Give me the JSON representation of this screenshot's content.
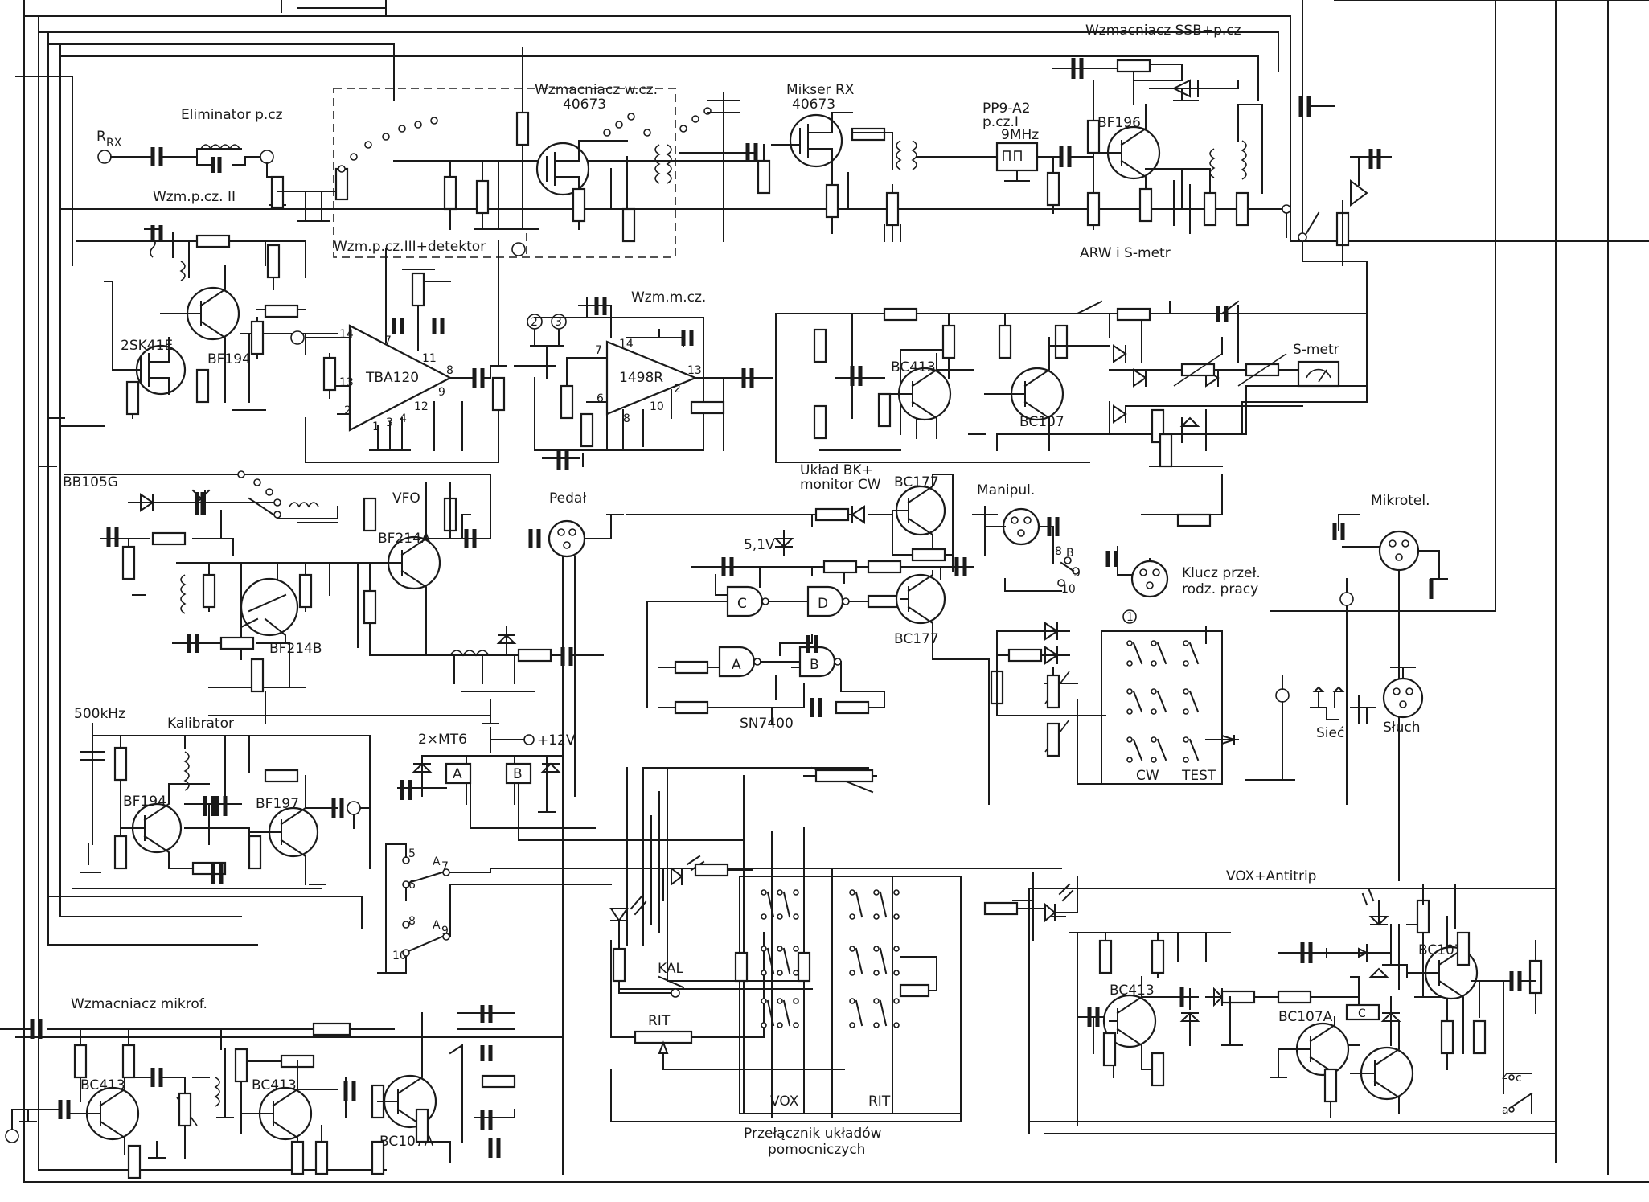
{
  "title": "Wzmacniacz SSB+p.cz",
  "blocks": {
    "rrx": "R",
    "rrx_sub": "RX",
    "eliminator": "Eliminator p.cz",
    "wzm_pcz2": "Wzm.p.cz. II",
    "wzm_wcz": "Wzmacniacz w.cz.",
    "wzm_wcz_part": "40673",
    "mikser": "Mikser RX",
    "mikser_part": "40673",
    "pp9": "PP9-A2",
    "pp9_sub": "p.cz.I",
    "pp9_freq": "9MHz",
    "wzm_pcz3": "Wzm.p.cz.III+detektor",
    "arw": "ARW i S-metr",
    "smetr": "S-metr",
    "wzm_mcz": "Wzm.m.cz.",
    "bb105g": "BB105G",
    "vfo": "VFO",
    "pedal": "Pedał",
    "uklad_bk_1": "Układ BK+",
    "uklad_bk_2": "monitor CW",
    "manipul": "Manipul.",
    "mikrotel": "Mikrotel.",
    "klucz_1": "Klucz przeł.",
    "klucz_2": "rodz. pracy",
    "khz500": "500kHz",
    "kalibrator": "Kalibrator",
    "mt6": "2×MT6",
    "v12": "+12V",
    "sn7400": "SN7400",
    "cw": "CW",
    "test": "TEST",
    "siec": "Sieć",
    "sluch": "Słuch",
    "vox_antitrip": "VOX+Antitrip",
    "kal": "KAL",
    "rit": "RIT",
    "rit2": "RIT",
    "vox": "VOX",
    "wzm_mikrof": "Wzmacniacz mikrof.",
    "przel_1": "Przełącznik układów",
    "przel_2": "pomocniczych",
    "v51": "5,1V"
  },
  "parts": {
    "t_bf196": "BF196",
    "t_2sk41e": "2SK41E",
    "t_bf194a": "BF194",
    "tba120": "TBA120",
    "ic1498r": "1498R",
    "t_bc413a": "BC413",
    "t_bc107a": "BC107",
    "t_bc177a": "BC177",
    "t_bc177b": "BC177",
    "t_bf214a": "BF214A",
    "t_bf214b": "BF214B",
    "t_bf194b": "BF194",
    "t_bf197": "BF197",
    "t_bc413b": "BC413",
    "t_bc107c": "BC107",
    "t_bc107a2": "BC107A",
    "t_bc413c": "BC413",
    "t_bc413d": "BC413",
    "t_bc107a3": "BC107A"
  },
  "pins": {
    "tba_14": "14",
    "tba_13": "13",
    "tba_2": "2",
    "tba_7": "7",
    "tba_11": "11",
    "tba_8": "8",
    "tba_9": "9",
    "tba_12": "12",
    "tba_1": "1",
    "tba_3": "3",
    "tba_4": "4",
    "ic_7": "7",
    "ic_14": "14",
    "ic_6": "6",
    "ic_8": "8",
    "ic_10": "10",
    "ic_13": "13",
    "ic_2": "2",
    "c2": "2",
    "c3": "3",
    "c1": "1",
    "ma_8": "8",
    "ma_b": "B",
    "ma_9": "9",
    "ma_10": "10",
    "sw_5": "5",
    "sw_a7": "A",
    "sw_a7s": "7",
    "sw_6": "6",
    "sw_8": "8",
    "sw_a9": "A",
    "sw_a9s": "9",
    "sw_10": "10",
    "gate_a": "A",
    "gate_b": "B",
    "gate_c": "C",
    "gate_d": "D",
    "relay_a": "A",
    "relay_b": "B",
    "relay_c": "C",
    "vx_z": "z",
    "vx_c": "c",
    "vx_a": "a"
  },
  "colors": {
    "ink": "#1a1a1a",
    "paper": "#ffffff"
  }
}
